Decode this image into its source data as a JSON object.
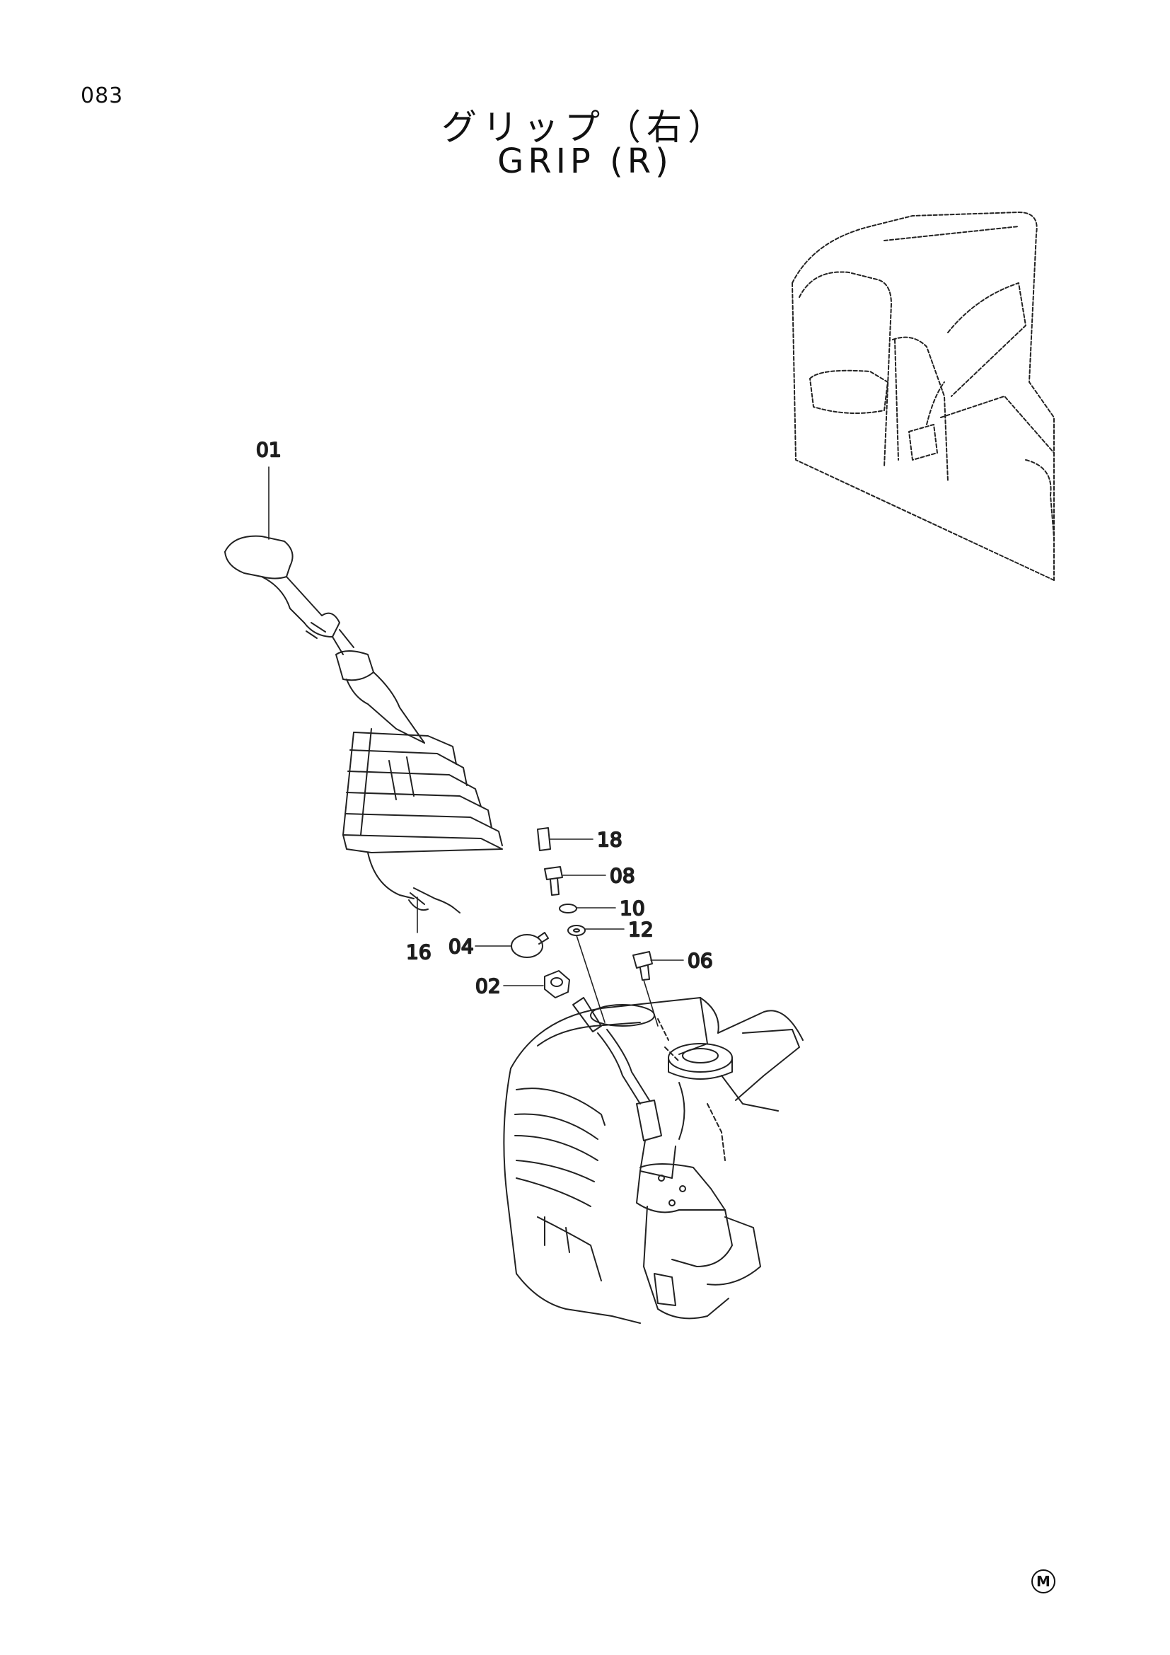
{
  "page": {
    "number": "083",
    "title_jp": "グリップ（右）",
    "title_en": "GRIP (R)",
    "mark": "M"
  },
  "callouts": {
    "p01": "01",
    "p18": "18",
    "p08": "08",
    "p10": "10",
    "p12": "12",
    "p06": "06",
    "p04": "04",
    "p02": "02",
    "p16": "16"
  }
}
